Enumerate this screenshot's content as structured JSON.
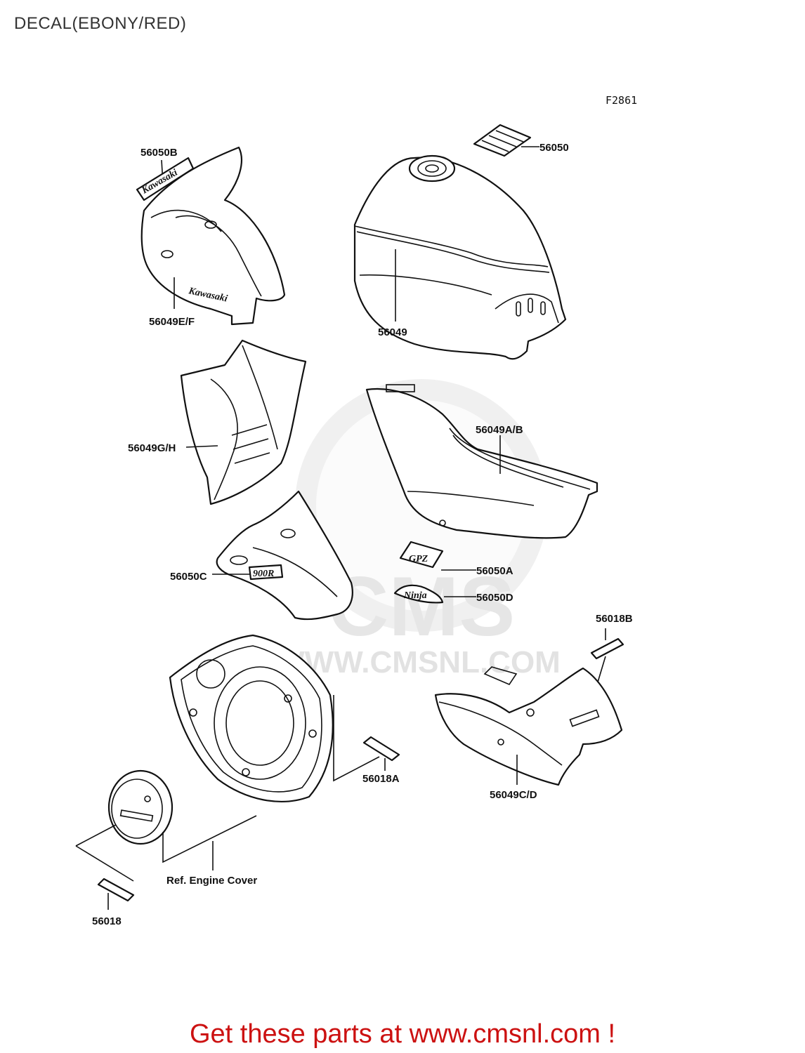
{
  "title": "DECAL(EBONY/RED)",
  "figure_code": "F2861",
  "parts": {
    "p56050B": "56050B",
    "p56049EF": "56049E/F",
    "p56050": "56050",
    "p56049": "56049",
    "p56049GH": "56049G/H",
    "p56049AB": "56049A/B",
    "p56050C": "56050C",
    "p56050A": "56050A",
    "p56050D": "56050D",
    "p56018B": "56018B",
    "p56018A": "56018A",
    "p56049CD": "56049C/D",
    "p56018": "56018"
  },
  "ref_label": "Ref. Engine Cover",
  "watermark": {
    "logo": "CMS",
    "url": "WWW.CMSNL.COM"
  },
  "footer": "Get these parts at www.cmsnl.com !",
  "colors": {
    "footer": "#cc1111",
    "line": "#111111",
    "watermark": "#e4e4e4"
  }
}
